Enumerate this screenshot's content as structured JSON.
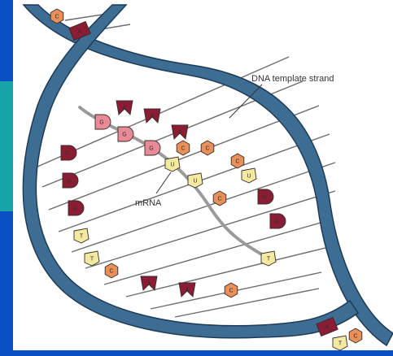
{
  "slide": {
    "background": "#0a4fc4",
    "panel": "#ffffff",
    "accent_bar": "#17a4a8"
  },
  "diagram": {
    "label_template": "DNA  template strand",
    "label_mrna": "mRNA",
    "backbone_fill": "#3e6d94",
    "backbone_stroke": "#1d3b57",
    "colors": {
      "purine_dark": "#8a1d33",
      "pink": "#e88b96",
      "orange": "#e8905a",
      "cream": "#f2eaa0",
      "rung": "#6c6c6c",
      "mrna_strand": "#9a9a9a"
    },
    "base_letters": {
      "A": "A",
      "C": "C",
      "G": "G",
      "U": "U",
      "T": "T"
    }
  }
}
